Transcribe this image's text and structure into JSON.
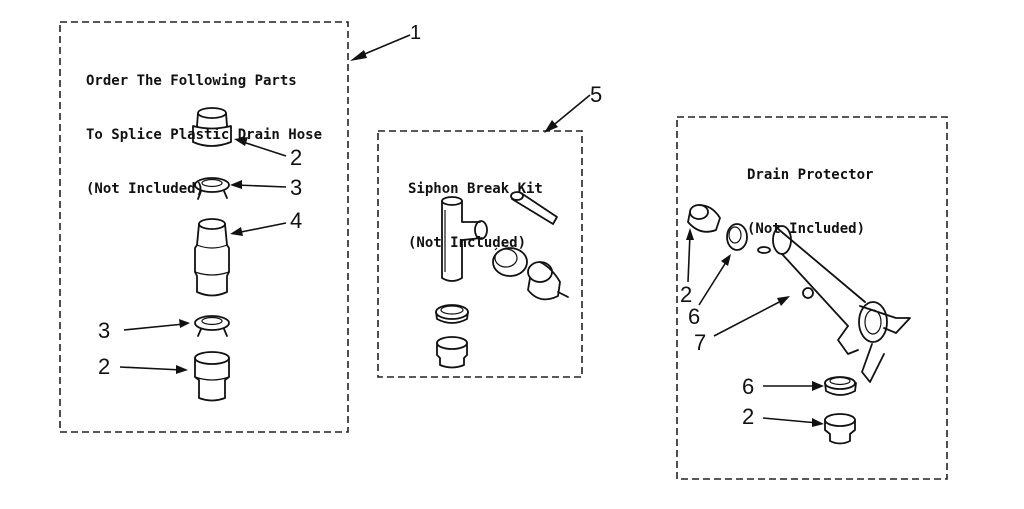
{
  "panels": {
    "splice": {
      "title_lines": [
        "Order The Following Parts",
        "To Splice Plastic Drain Hose",
        "(Not Included)"
      ],
      "callouts": [
        "2",
        "3",
        "4",
        "3",
        "2"
      ]
    },
    "siphon": {
      "title_lines": [
        "Siphon Break Kit",
        "(Not Included)"
      ]
    },
    "protector": {
      "title_lines": [
        "Drain Protector",
        "(Not Included)"
      ],
      "callouts": [
        "2",
        "6",
        "7",
        "6",
        "2"
      ]
    }
  },
  "group_labels": {
    "splice_group": "1",
    "siphon_group": "5"
  }
}
